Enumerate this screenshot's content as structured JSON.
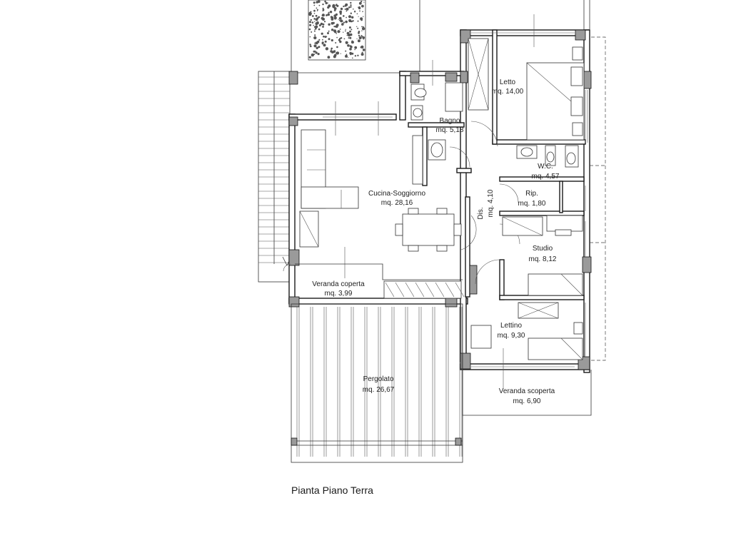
{
  "caption": "Pianta Piano Terra",
  "rooms": {
    "letto": {
      "name": "Letto",
      "area": "mq. 14,00"
    },
    "bagno": {
      "name": "Bagno",
      "area": "mq. 5,18"
    },
    "cucina": {
      "name": "Cucina-Soggiorno",
      "area": "mq. 28,16"
    },
    "wc": {
      "name": "W.C.",
      "area": "mq. 4,57"
    },
    "dis": {
      "name": "Dis.",
      "area": "mq. 4,10"
    },
    "rip": {
      "name": "Rip.",
      "area": "mq. 1,80"
    },
    "studio": {
      "name": "Studio",
      "area": "mq. 8,12"
    },
    "veranda_coperta": {
      "name": "Veranda coperta",
      "area": "mq. 3,99"
    },
    "lettino": {
      "name": "Lettino",
      "area": "mq. 9,30"
    },
    "pergolato": {
      "name": "Pergolato",
      "area": "mq. 26,67"
    },
    "veranda_scoperta": {
      "name": "Veranda scoperta",
      "area": "mq. 6,90"
    }
  }
}
